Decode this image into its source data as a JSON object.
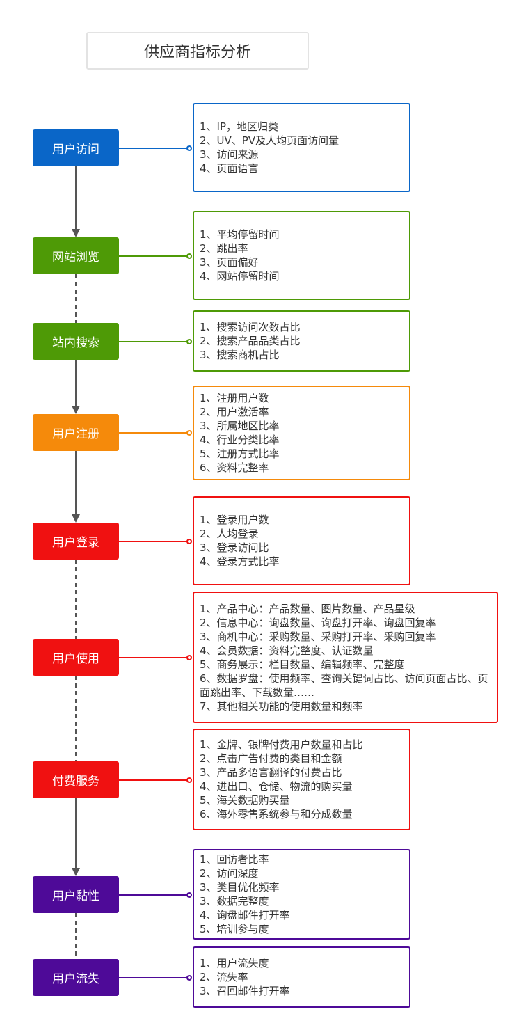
{
  "title": "供应商指标分析",
  "colors": {
    "blue": "#0a66c8",
    "green": "#4e9a06",
    "orange": "#f58a0b",
    "red": "#f01111",
    "purple": "#4e0a98"
  },
  "stages": [
    {
      "label": "用户访问",
      "color": "#0a66c8",
      "items": [
        "1、IP，地区归类",
        "2、UV、PV及人均页面访问量",
        "3、访问来源",
        "4、页面语言"
      ]
    },
    {
      "label": "网站浏览",
      "color": "#4e9a06",
      "items": [
        "1、平均停留时间",
        "2、跳出率",
        "3、页面偏好",
        "4、网站停留时间"
      ]
    },
    {
      "label": "站内搜索",
      "color": "#4e9a06",
      "items": [
        "1、搜索访问次数占比",
        "2、搜索产品品类占比",
        "3、搜索商机占比"
      ]
    },
    {
      "label": "用户注册",
      "color": "#f58a0b",
      "items": [
        "1、注册用户数",
        "2、用户激活率",
        "3、所属地区比率",
        "4、行业分类比率",
        "5、注册方式比率",
        "6、资料完整率"
      ]
    },
    {
      "label": "用户登录",
      "color": "#f01111",
      "items": [
        "1、登录用户数",
        "2、人均登录",
        "3、登录访问比",
        "4、登录方式比率"
      ]
    },
    {
      "label": "用户使用",
      "color": "#f01111",
      "items": [
        "1、产品中心：产品数量、图片数量、产品星级",
        "2、信息中心：询盘数量、询盘打开率、询盘回复率",
        "3、商机中心：采购数量、采购打开率、采购回复率",
        "4、会员数据：资料完整度、认证数量",
        "5、商务展示：栏目数量、编辑频率、完整度",
        "6、数据罗盘：使用频率、查询关键词占比、访问页面占比、页面跳出率、下载数量……",
        "7、其他相关功能的使用数量和频率"
      ]
    },
    {
      "label": "付费服务",
      "color": "#f01111",
      "items": [
        "1、金牌、银牌付费用户数量和占比",
        "2、点击广告付费的类目和金额",
        "3、产品多语言翻译的付费占比",
        "4、进出口、仓储、物流的购买量",
        "5、海关数据购买量",
        "6、海外零售系统参与和分成数量"
      ]
    },
    {
      "label": "用户黏性",
      "color": "#4e0a98",
      "items": [
        "1、回访者比率",
        "2、访问深度",
        "3、类目优化频率",
        "3、数据完整度",
        "4、询盘邮件打开率",
        "5、培训参与度"
      ]
    },
    {
      "label": "用户流失",
      "color": "#4e0a98",
      "items": [
        "1、用户流失度",
        "2、流失率",
        "3、召回邮件打开率"
      ]
    }
  ],
  "connectors": [
    "solid",
    "dashed",
    "solid",
    "solid",
    "dashed",
    "dashed",
    "solid",
    "dashed"
  ]
}
